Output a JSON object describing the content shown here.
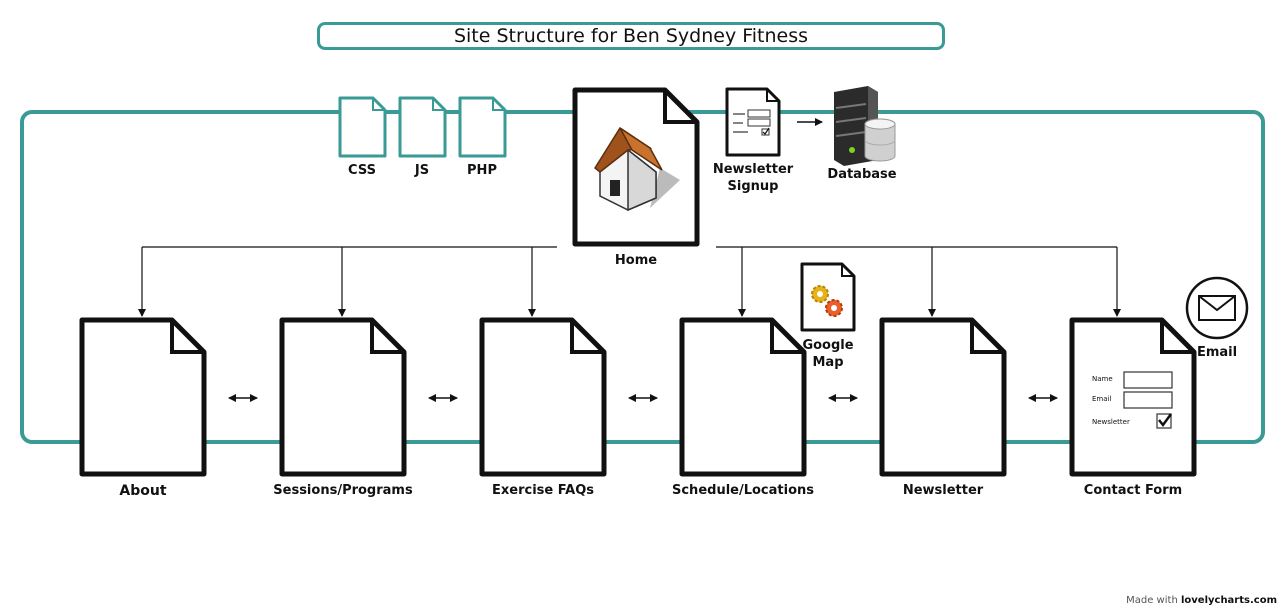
{
  "title": "Site Structure for Ben Sydney Fitness",
  "resources": [
    "CSS",
    "JS",
    "PHP"
  ],
  "home": "Home",
  "newsletter_signup": "Newsletter\nSignup",
  "database": "Database",
  "google_map": "Google\nMap",
  "email": "Email",
  "pages": [
    "About",
    "Sessions/Programs",
    "Exercise FAQs",
    "Schedule/Locations",
    "Newsletter",
    "Contact Form"
  ],
  "contact_form_fields": [
    "Name",
    "Email",
    "Newsletter"
  ],
  "footer": {
    "prefix": "Made with",
    "brand": "lovelycharts.com"
  },
  "colors": {
    "accent": "#3a9a95",
    "stroke": "#111111"
  }
}
